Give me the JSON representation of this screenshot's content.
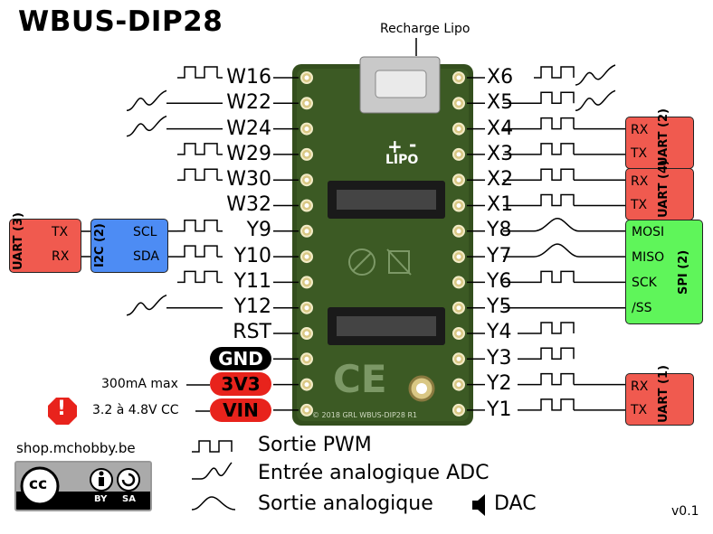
{
  "title": "WBUS-DIP28",
  "recharge_label": "Recharge Lipo",
  "board": {
    "lipo_label": "LIPO",
    "plus": "+",
    "minus": "-",
    "footer": "© 2018 GRL WBUS-DIP28 R1",
    "ce_mark": "CE"
  },
  "left_pins": [
    "W16",
    "W22",
    "W24",
    "W29",
    "W30",
    "W32",
    "Y9",
    "Y10",
    "Y11",
    "Y12",
    "RST"
  ],
  "power": {
    "gnd": "GND",
    "v33": "3V3",
    "vin": "VIN",
    "v33_note": "300mA max",
    "vin_note": "3.2 à 4.8V CC",
    "warning": "!"
  },
  "right_pins": [
    "X6",
    "X5",
    "X4",
    "X3",
    "X2",
    "X1",
    "Y8",
    "Y7",
    "Y6",
    "Y5",
    "Y4",
    "Y3",
    "Y2",
    "Y1"
  ],
  "boxes": {
    "uart2": {
      "title": "UART (2)",
      "rx": "RX",
      "tx": "TX"
    },
    "uart4": {
      "title": "UART (4)",
      "rx": "RX",
      "tx": "TX"
    },
    "uart1": {
      "title": "UART (1)",
      "rx": "RX",
      "tx": "TX"
    },
    "uart3": {
      "title": "UART (3)",
      "tx": "TX",
      "rx": "RX"
    },
    "i2c2": {
      "title": "I2C (2)",
      "scl": "SCL",
      "sda": "SDA"
    },
    "spi2": {
      "title": "SPI (2)",
      "mosi": "MOSI",
      "miso": "MISO",
      "sck": "SCK",
      "ss": "/SS"
    }
  },
  "legend": {
    "pwm": "Sortie PWM",
    "adc": "Entrée analogique ADC",
    "dac_prefix": "Sortie analogique",
    "dac": "DAC"
  },
  "shop": "shop.mchobby.be",
  "license": {
    "cc": "cc",
    "by": "BY",
    "sa": "SA"
  },
  "version": "v0.1",
  "colors": {
    "board": "#344f1e",
    "uart": "#f05a4f",
    "i2c": "#4d8cf4",
    "spi": "#5ff55a",
    "power_red": "#e8231c"
  }
}
